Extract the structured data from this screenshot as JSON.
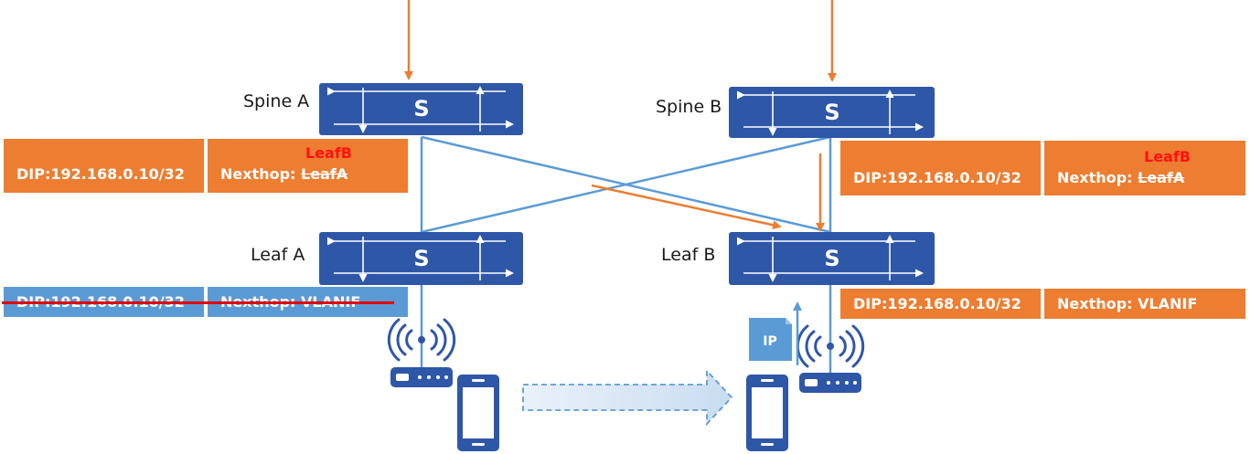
{
  "nodes": {
    "spine_a": "Spine A",
    "spine_b": "Spine B",
    "leaf_a": "Leaf A",
    "leaf_b": "Leaf B",
    "switch_glyph": "S"
  },
  "tables": {
    "spine_a": {
      "dip": "DIP:192.168.0.10/32",
      "nexthop_prefix": "Nexthop: ",
      "nexthop_old": "LeafA",
      "nexthop_new": "LeafB"
    },
    "spine_b": {
      "dip": "DIP:192.168.0.10/32",
      "nexthop_prefix": "Nexthop: ",
      "nexthop_old": "LeafA",
      "nexthop_new": "LeafB"
    },
    "leaf_a": {
      "dip": "DIP:192.168.0.10/32",
      "nexthop": "Nexthop: VLANIF",
      "state": "withdrawn"
    },
    "leaf_b": {
      "dip": "DIP:192.168.0.10/32",
      "nexthop": "Nexthop: VLANIF"
    }
  },
  "packet_label": "IP",
  "colors": {
    "switch": "#2E57A7",
    "orange": "#ED7D31",
    "blue_row": "#5B9BD5",
    "link": "#5B9BD5",
    "strike_red": "#E00000",
    "new_value_red": "#FF1111",
    "migration_arrow": "#DCE8F5"
  },
  "icons": [
    "switch-icon",
    "wireless-ap-icon",
    "mobile-phone-icon",
    "ip-packet-icon",
    "migration-arrow-icon"
  ]
}
